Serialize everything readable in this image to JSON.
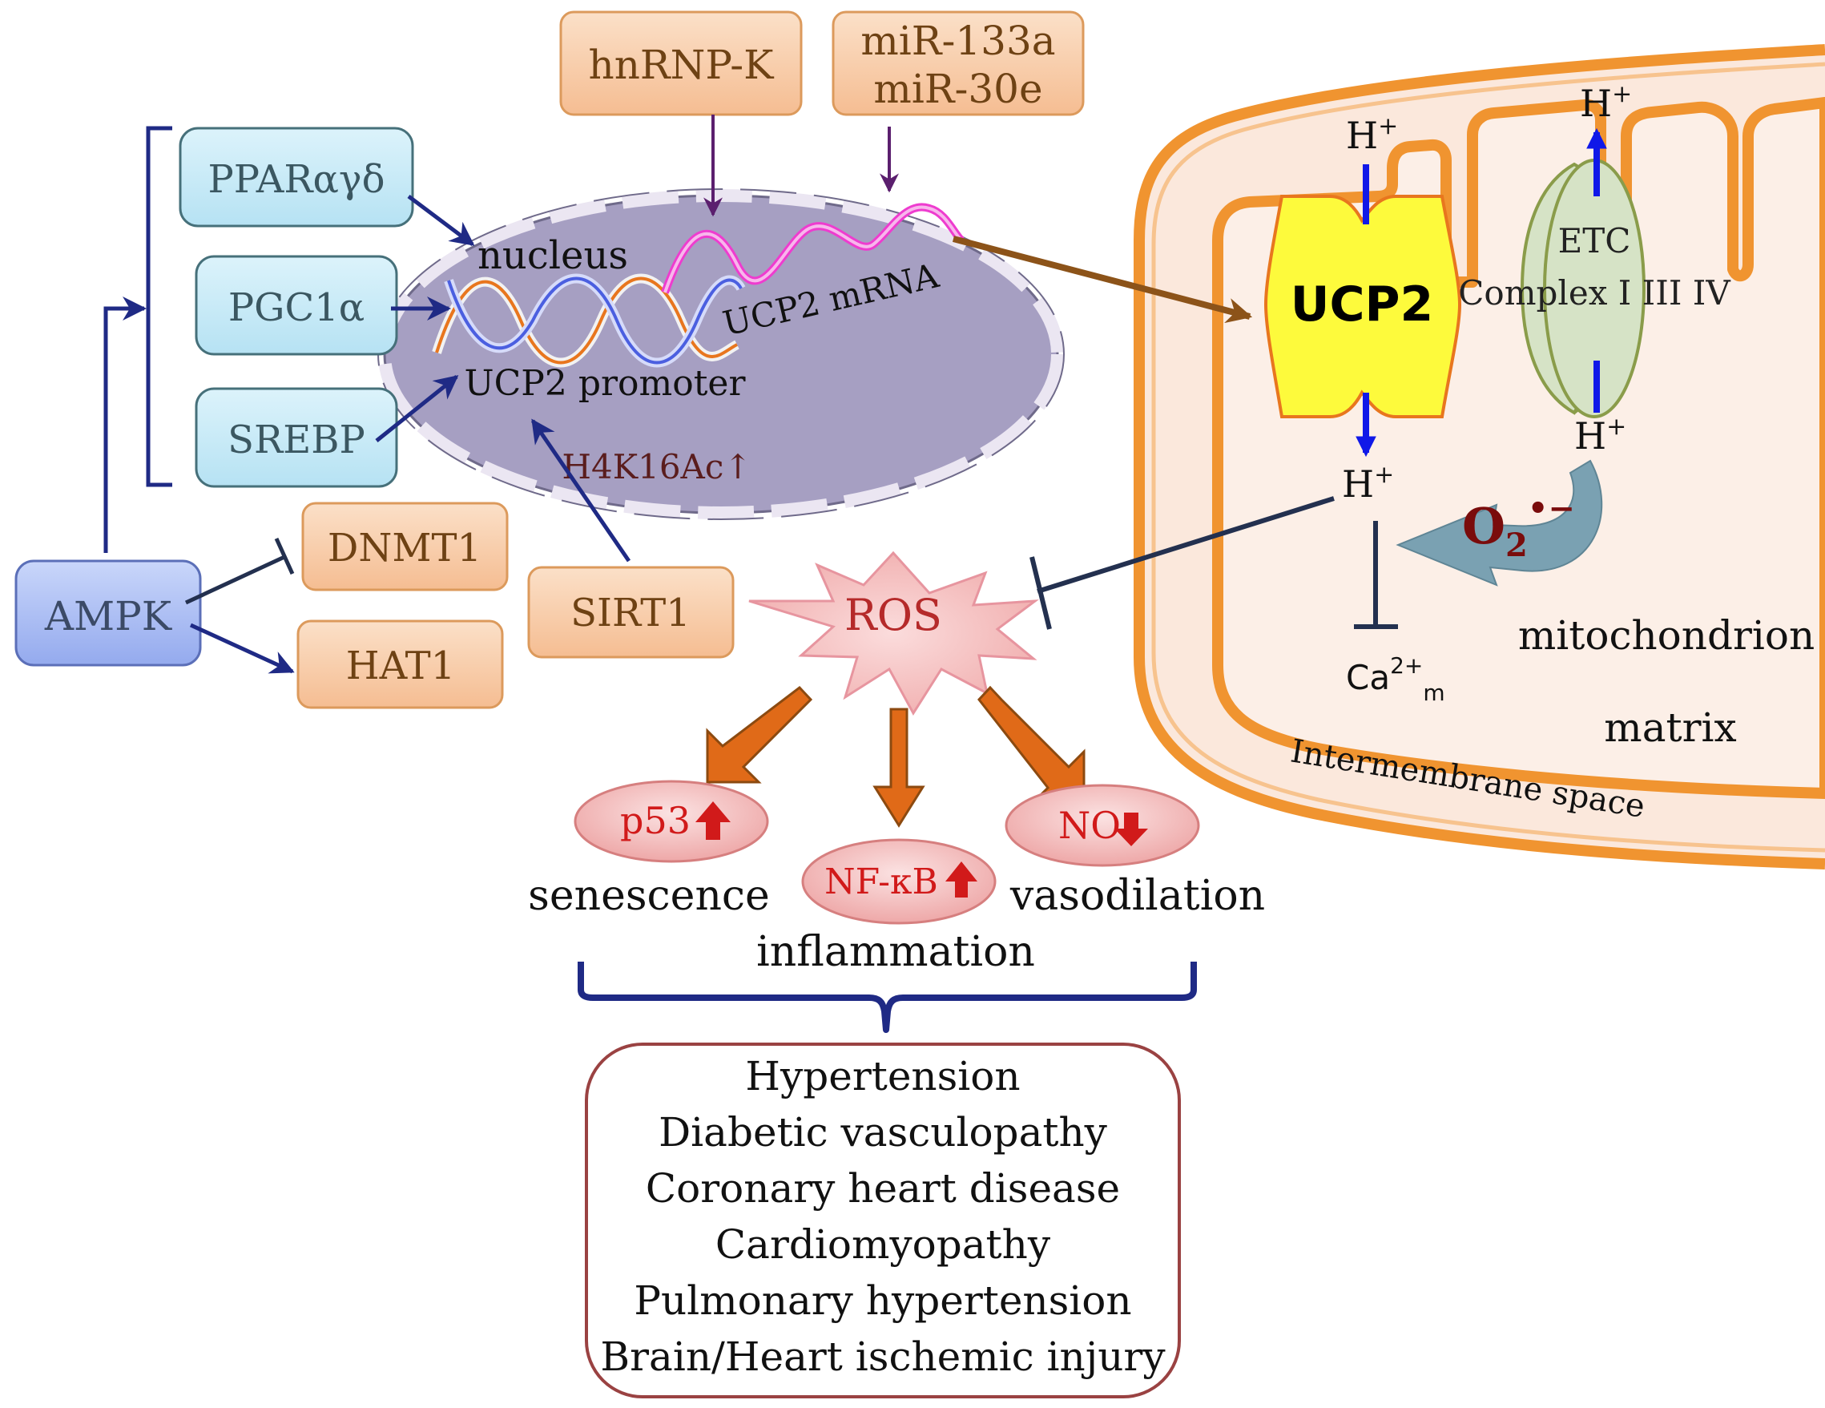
{
  "regulators": {
    "ppar": "PPARαγδ",
    "pgc1a": "PGC1α",
    "srebp": "SREBP",
    "ampk": "AMPK",
    "dnmt1": "DNMT1",
    "hat1": "HAT1",
    "sirt1": "SIRT1",
    "hnrnpk": "hnRNP-K",
    "mir_line1": "miR-133a",
    "mir_line2": "miR-30e"
  },
  "nucleus": {
    "label": "nucleus",
    "promoter": "UCP2 promoter",
    "mrna": "UCP2 mRNA",
    "histone_mark": "H4K16Ac↑"
  },
  "ros": {
    "label": "ROS"
  },
  "outcomes": {
    "p53": "p53",
    "nfkb": "NF-κB",
    "no": "NO",
    "senescence": "senescence",
    "inflammation": "inflammation",
    "vasodilation": "vasodilation"
  },
  "mitochondrion": {
    "ucp2": "UCP2",
    "etc_line1": "ETC",
    "etc_line2": "Complex I III IV",
    "proton": "H",
    "proton_charge": "+",
    "superoxide": "O",
    "superoxide_sub": "2",
    "superoxide_sup": "•−",
    "calcium": "Ca",
    "calcium_sup": "2+",
    "calcium_sub": "m",
    "label": "mitochondrion",
    "matrix": "matrix",
    "ims": "Intermembrane space"
  },
  "diseases": [
    "Hypertension",
    "Diabetic vasculopathy",
    "Coronary heart disease",
    "Cardiomyopathy",
    "Pulmonary hypertension",
    "Brain/Heart ischemic injury"
  ],
  "colors": {
    "blue_box": "#c4e9f6",
    "orange_box": "#f8ccaa",
    "ampk_box": "#a9bdf0",
    "nucleus_fill": "#a69fc2",
    "ucp2_fill": "#fdfa3c",
    "etc_fill": "#d6e3c6",
    "ros_fill": "#f6c1c1",
    "outcome_fill": "#f2b4b4",
    "mito_membrane": "#f09430",
    "matrix_fill": "#fdf0e8",
    "arrow_navy": "#1f2a85",
    "arrow_brown": "#8c5319",
    "arrow_orange": "#e06a18",
    "proton_arrow": "#1018e8"
  }
}
